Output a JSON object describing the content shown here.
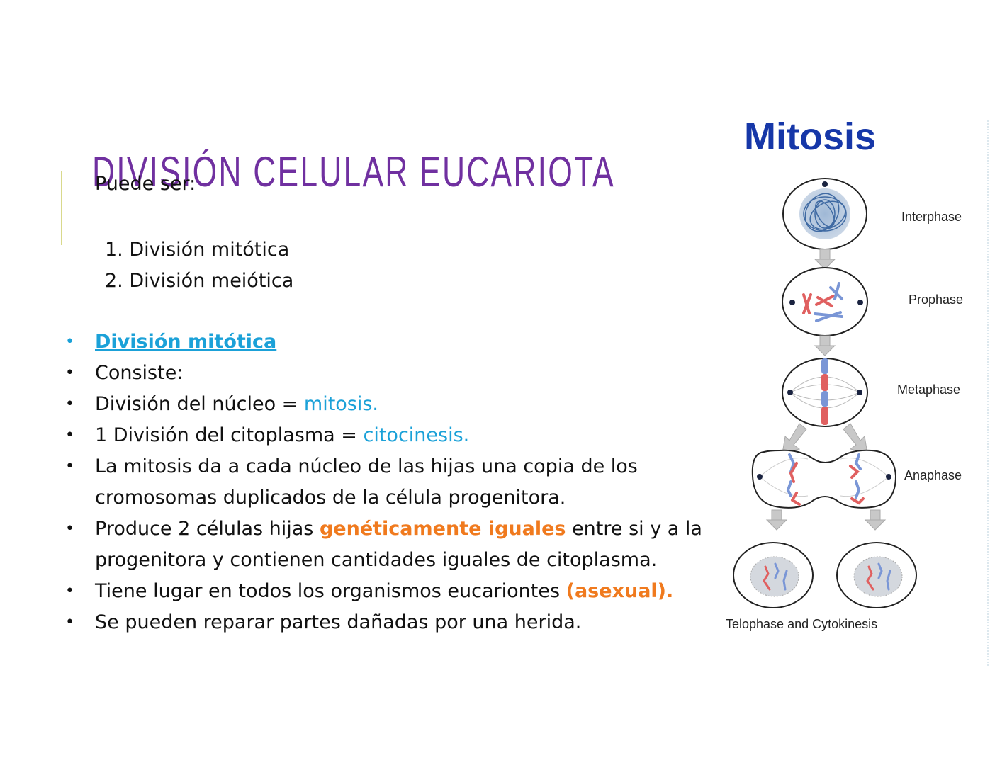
{
  "slide": {
    "title": "DIVISIÓN CELULAR EUCARIOTA",
    "intro": "Puede ser:",
    "numbered": [
      "1. División mitótica",
      "2. División meiótica"
    ],
    "bullets": [
      {
        "text": "División mitótica"
      },
      {
        "text": "Consiste:"
      },
      {
        "pre": "División del núcleo = ",
        "highlight": "mitosis."
      },
      {
        "pre": "1 División del citoplasma = ",
        "highlight": "citocinesis."
      },
      {
        "text": "La mitosis da a cada núcleo de las hijas una copia de los cromosomas duplicados de la célula progenitora."
      },
      {
        "pre": "Produce 2 células hijas ",
        "highlight": "genéticamente iguales",
        "post": " entre si y a la progenitora y contienen cantidades iguales de citoplasma."
      },
      {
        "pre": "Tiene lugar en todos los organismos eucariontes ",
        "highlight": "(asexual)."
      },
      {
        "text": "Se pueden reparar partes dañadas por una herida."
      }
    ],
    "bullet_glyph": "•"
  },
  "figure": {
    "title": "Mitosis",
    "phases": [
      "Interphase",
      "Prophase",
      "Metaphase",
      "Anaphase",
      "Telophase and Cytokinesis"
    ]
  },
  "colors": {
    "title": "#7030a0",
    "accent_bar": "#d9d98c",
    "cyan": "#1ba1d8",
    "orange": "#f07a1e",
    "figure_title": "#1637a8"
  }
}
